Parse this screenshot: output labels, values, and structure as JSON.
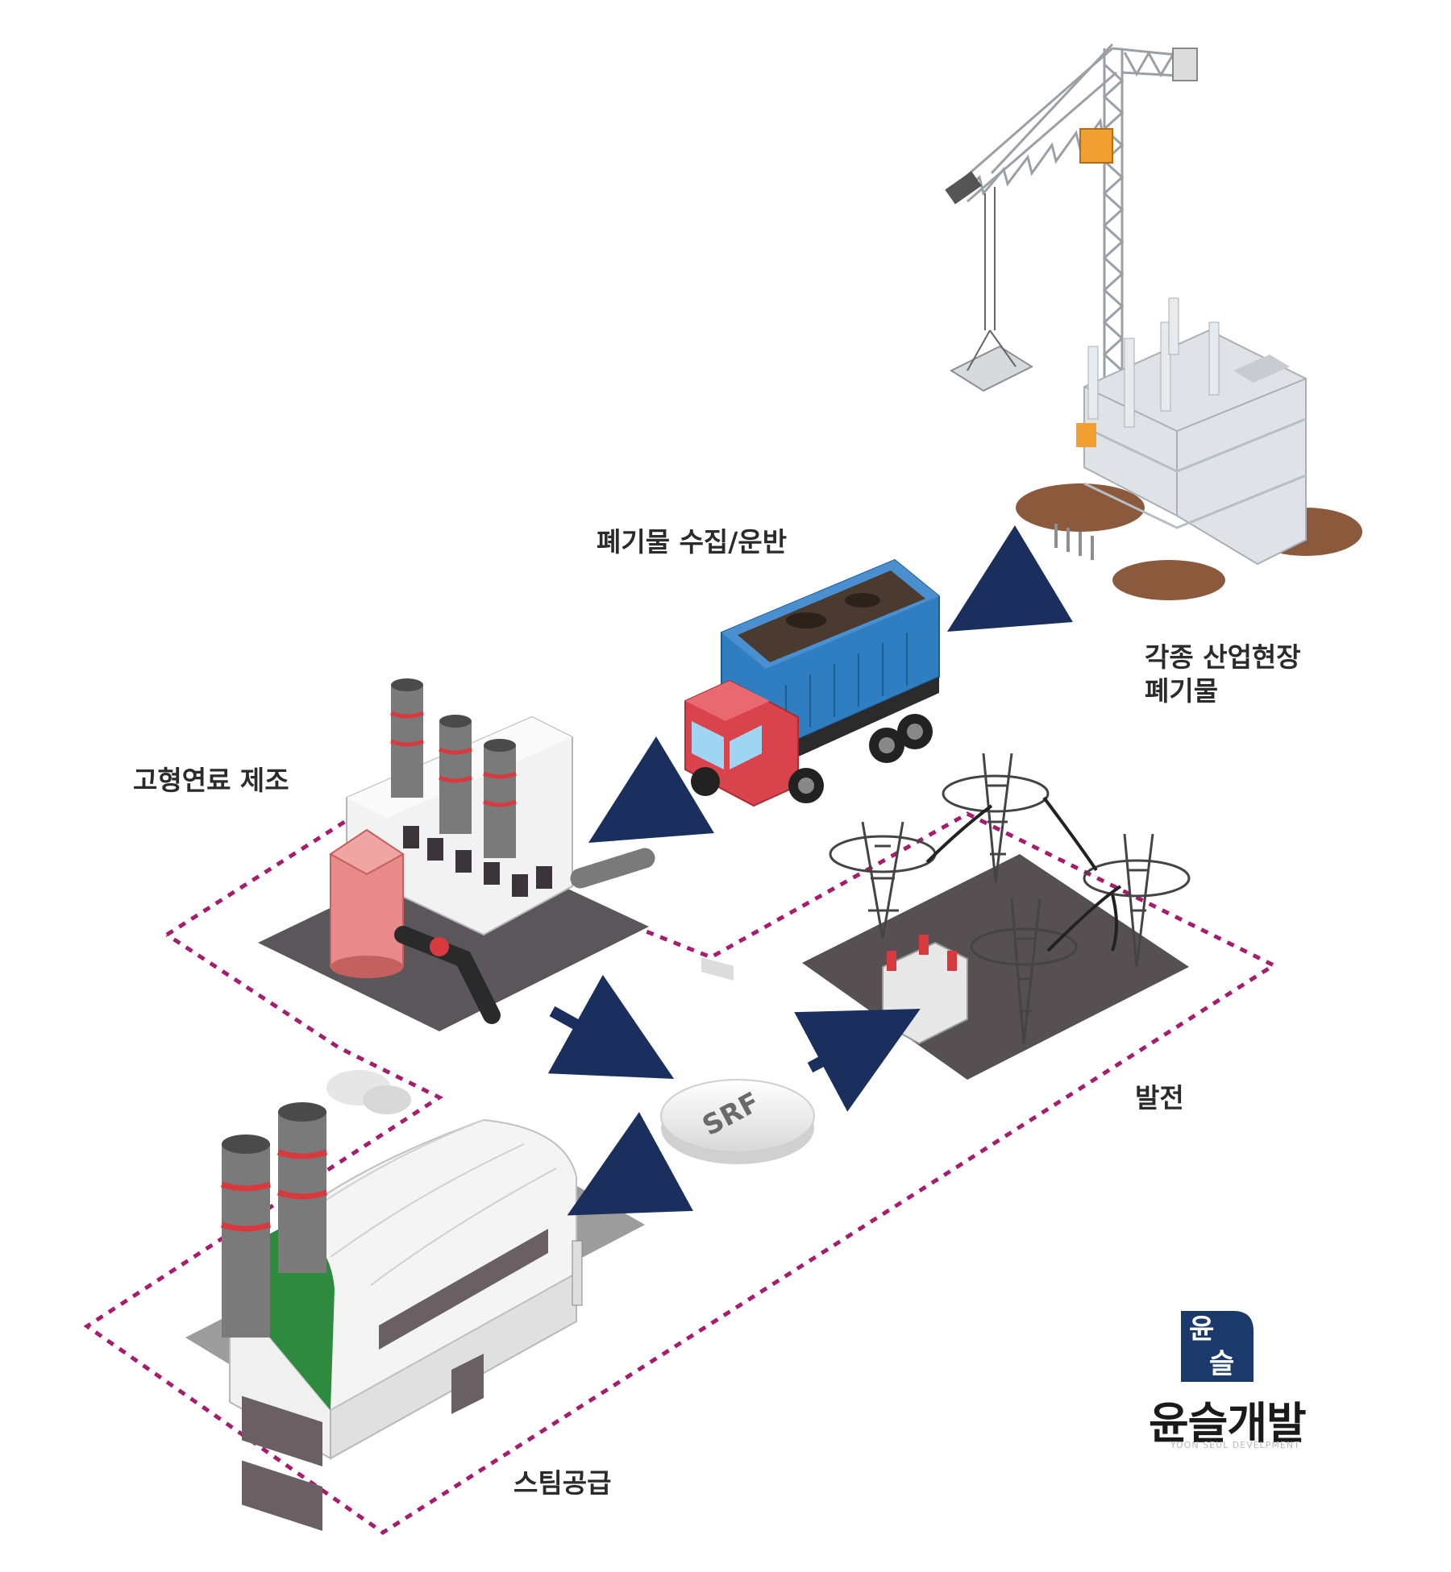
{
  "labels": {
    "waste_source": "각종 산업현장",
    "waste_source_line2": "폐기물",
    "collection": "폐기물 수집/운반",
    "fuel_manufacture": "고형연료 제조",
    "srf": "SRF",
    "power_generation": "발전",
    "steam_supply": "스팀공급"
  },
  "brand": {
    "logo_glyph_top": "윤",
    "logo_glyph_bottom": "슬",
    "name": "윤슬개발",
    "subtitle": "YOON SEUL DEVELPMENT"
  },
  "colors": {
    "arrow": "#1b2f5e",
    "dotted_border": "#a51e6e",
    "logo_bg": "#1b3a6b",
    "truck_cab": "#d9434b",
    "truck_bed": "#2f7ec1",
    "factory_pipe_band": "#d63a3f"
  },
  "icons": [
    "construction-crane-icon",
    "building-under-construction-icon",
    "dump-truck-icon",
    "srf-factory-icon",
    "power-station-icon",
    "steam-plant-icon",
    "srf-pellet-icon"
  ]
}
